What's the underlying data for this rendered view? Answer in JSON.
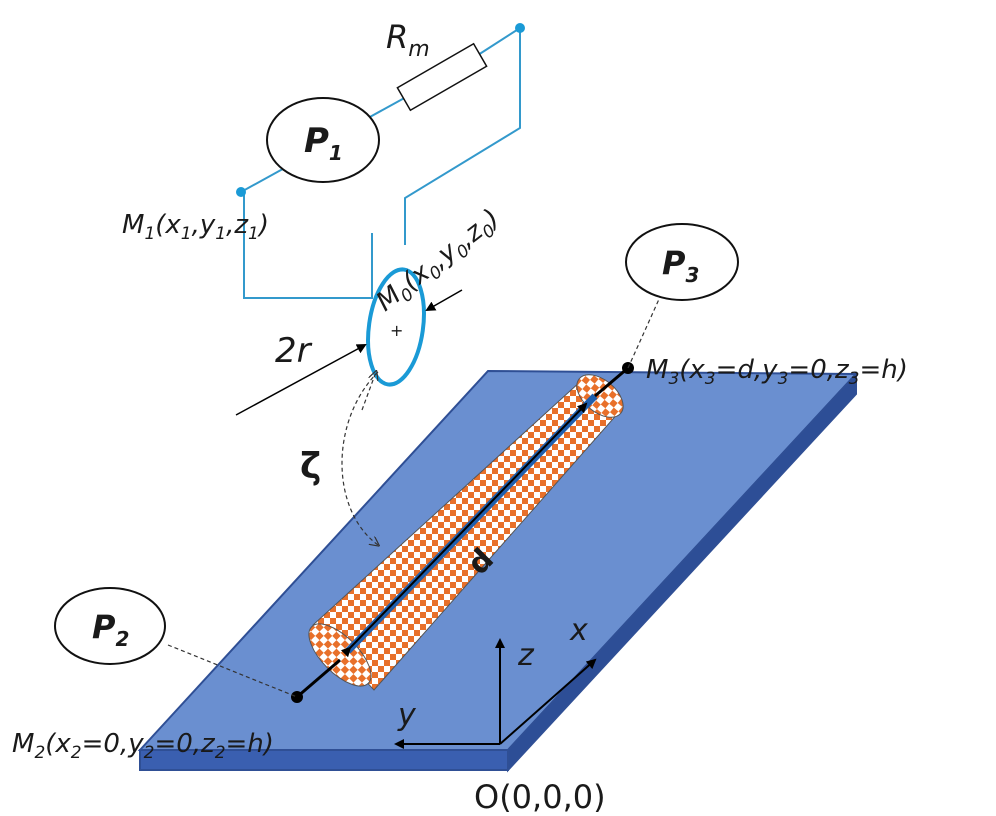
{
  "resistor": {
    "main": "R",
    "sub": "m"
  },
  "probes": {
    "p1": {
      "main": "P",
      "sub": "1"
    },
    "p2": {
      "main": "P",
      "sub": "2"
    },
    "p3": {
      "main": "P",
      "sub": "3"
    }
  },
  "points": {
    "m1": {
      "a": "M",
      "b": "1",
      "c": "(x",
      "d": "1",
      "e": ",y",
      "f": "1",
      "g": ",z",
      "h": "1",
      "i": ")"
    },
    "m0": {
      "a": "M",
      "b": "0",
      "c": "(x",
      "d": "0",
      "e": ",y",
      "f": "0",
      "g": ",z",
      "h": "0",
      "i": ")"
    },
    "m2": {
      "a": "M",
      "b": "2",
      "c": "(x",
      "d": "2",
      "e": "=0,y",
      "f": "2",
      "g": "=0,z",
      "h": "2",
      "i": "=h)"
    },
    "m3": {
      "a": "M",
      "b": "3",
      "c": "(x",
      "d": "3",
      "e": "=d,y",
      "f": "3",
      "g": "=0,z",
      "h": "3",
      "i": "=h)"
    }
  },
  "labels": {
    "radius": "2r",
    "plus": "+",
    "angle": "ζ",
    "distance": "d",
    "origin": "O(0,0,0)",
    "axis_x": "x",
    "axis_y": "y",
    "axis_z": "z"
  },
  "colors": {
    "plate_top": "#6a8fd0",
    "plate_side": "#3a5fb0",
    "plate_edge": "#2f4f95",
    "wire": "#3399cc",
    "loop": "#1a9ad6",
    "checker_a": "#e8702a",
    "checker_b": "#ffffff",
    "conductor": "#1f5fae"
  }
}
